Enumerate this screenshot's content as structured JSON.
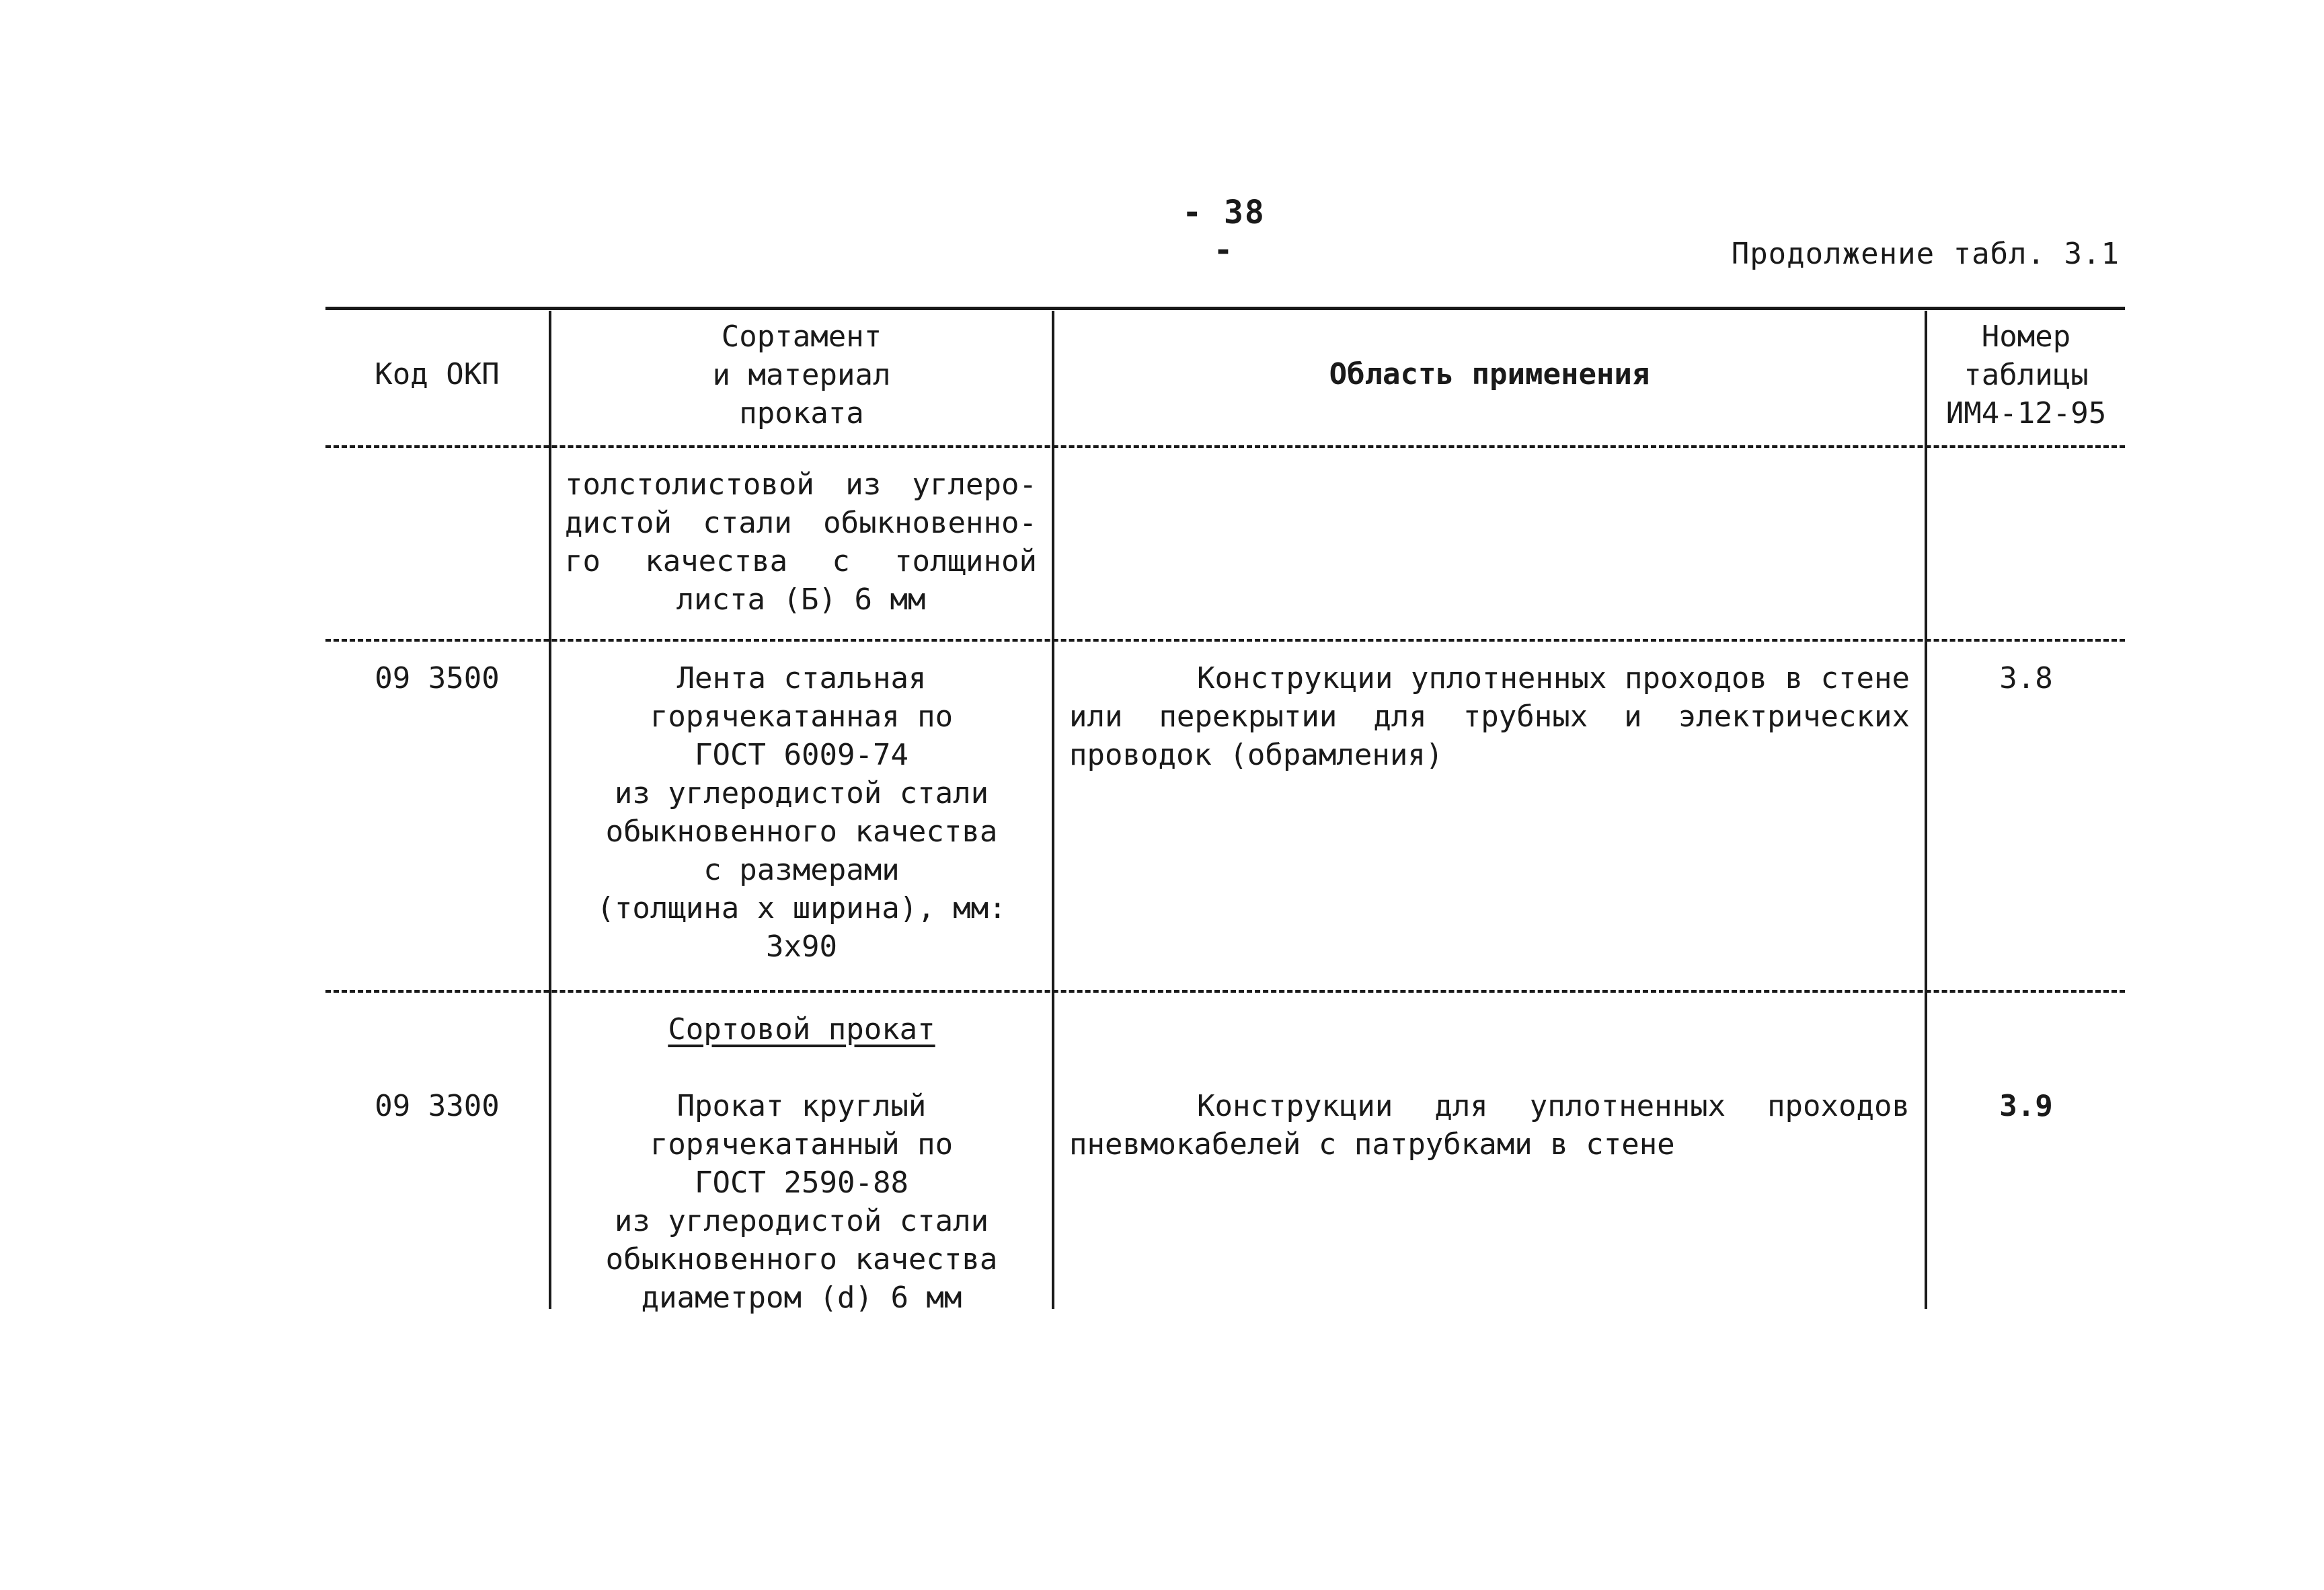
{
  "page": {
    "number": "- 38 -",
    "continuation": "Продолжение табл. 3.1"
  },
  "table": {
    "headers": {
      "code": "Код ОКП",
      "material": [
        "Сортамент",
        "и материал",
        "проката"
      ],
      "area": "Область применения",
      "number": [
        "Номер",
        "таблицы",
        "ИМ4-12-95"
      ]
    },
    "rows": [
      {
        "code": "",
        "material": [
          "толстолистовой из углеро-",
          "дистой стали обыкновенно-",
          "го качества с толщиной",
          "листа (Б) 6 мм"
        ],
        "area": "",
        "number": ""
      },
      {
        "code": "09 3500",
        "material": [
          "Лента стальная",
          "горячекатанная по",
          "ГОСТ 6009-74",
          "из углеродистой стали",
          "обыкновенного качества",
          "с размерами",
          "(толщина x ширина), мм:",
          "3x90"
        ],
        "area": "Конструкции уплотненных проходов в стене или перекрытии для трубных и электрических проводок (обрамления)",
        "number": "3.8"
      },
      {
        "code": "09 3300",
        "section_title": "Сортовой прокат",
        "material": [
          "Прокат круглый",
          "горячекатанный по",
          "ГОСТ 2590-88",
          "из углеродистой стали",
          "обыкновенного качества",
          "диаметром (d) 6 мм"
        ],
        "area": "Конструкции для уплотненных проходов пневмокабелей с патрубками в стене",
        "number": "3.9"
      }
    ]
  }
}
